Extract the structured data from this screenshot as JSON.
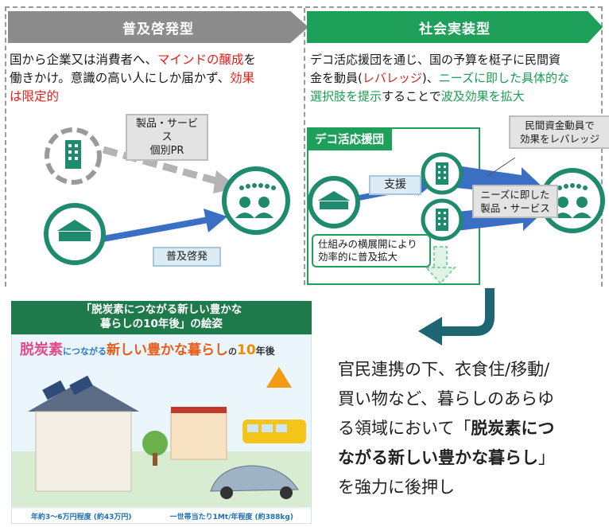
{
  "left_panel": {
    "banner": "普及啓発型",
    "desc_line1_a": "国から企業又は消費者へ、",
    "desc_line1_b": "マインドの醸成",
    "desc_line1_c": "を",
    "desc_line2_a": "働きかけ。意識の高い人にしか届かず、",
    "desc_line2_b": "効果",
    "desc_line3": "は限定的",
    "pr_label_line1": "製品・サービス",
    "pr_label_line2": "個別PR",
    "campaign_label": "普及啓発"
  },
  "right_panel": {
    "banner": "社会実装型",
    "desc_line1": "デコ活応援団を通じ、国の予算を梃子に民間資",
    "desc_line2_a": "金を動員(",
    "desc_line2_b": "レバレッジ",
    "desc_line2_c": ")、",
    "desc_line2_d": "ニーズに即した具体的な",
    "desc_line3_a": "選択肢を提示",
    "desc_line3_b": "することで",
    "desc_line3_c": "波及効果を拡大",
    "team_tag": "デコ活応援団",
    "support_label": "支援",
    "leverage_line1": "民間資金動員で",
    "leverage_line2": "効果をレバレッジ",
    "needs_line1": "ニーズに即した",
    "needs_line2": "製品・サービス",
    "scale_line1": "仕組みの横展開により",
    "scale_line2": "効率的に普及拡大"
  },
  "poster": {
    "title_line1": "「脱炭素につながる新しい豊かな",
    "title_line2": "暮らしの10年後」の絵姿",
    "header_a": "脱炭素",
    "header_b": "につながる",
    "header_c": "新しい豊かな暮らし",
    "header_d": "の",
    "header_e": "10",
    "header_f": "年後",
    "footer_left": "年約3～6万円程度 (約43万円)",
    "footer_right": "一世帯当たり1Mt/年程度 (約388kg)"
  },
  "summary": {
    "line1": "官民連携の下、衣食住/移動/",
    "line2": "買い物など、暮らしのあらゆ",
    "line3": "る領域において「",
    "line3_bold": "脱炭素につ",
    "line4_bold": "ながる新しい豊かな暮らし",
    "line4_end": "」",
    "line5": "を強力に後押し"
  },
  "colors": {
    "gray_banner": "#8c8c8c",
    "green_banner": "#1fa05a",
    "teal_circle": "#1e8a6e",
    "blue_arrow": "#3a6fc4",
    "highlight_red": "#e0201c",
    "highlight_green": "#1a9c50"
  }
}
